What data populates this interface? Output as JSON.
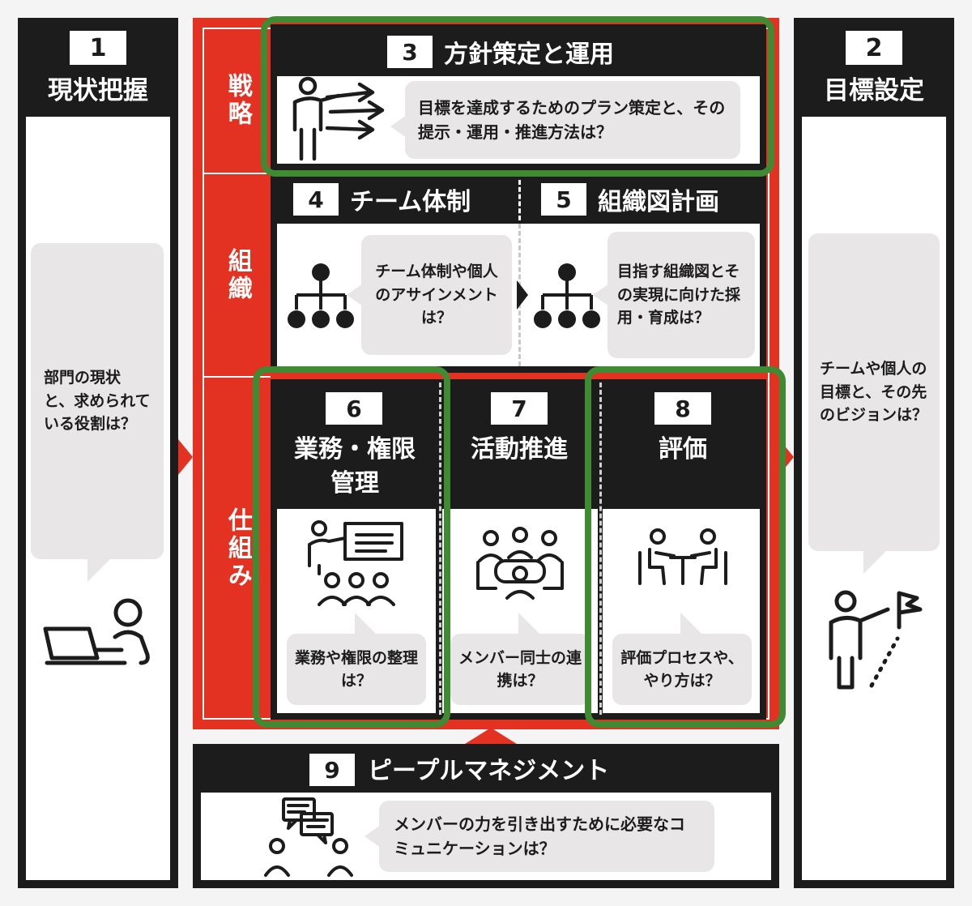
{
  "colors": {
    "red": "#e43222",
    "dark": "#1c1c1c",
    "green": "#3f8a33",
    "bubble": "#e8e6e6"
  },
  "col1": {
    "num": "1",
    "title": "現状把握",
    "text": "部門の現状と、求められている役割は？",
    "icon": "person-at-laptop-icon"
  },
  "col2": {
    "num": "2",
    "title": "目標設定",
    "text": "チームや個人の目標と、その先のビジョンは？",
    "icon": "person-pointing-flag-icon"
  },
  "rows": {
    "strategy": "戦略",
    "organization": "組織",
    "mechanism": "仕組み"
  },
  "box3": {
    "num": "3",
    "title": "方針策定と運用",
    "text": "目標を達成するためのプラン策定と、その提示・運用・推進方法は？",
    "icon": "presenter-arrows-icon"
  },
  "box4": {
    "num": "4",
    "title": "チーム体制",
    "text": "チーム体制や個人のアサインメントは？",
    "icon": "org-chart-icon"
  },
  "box5": {
    "num": "5",
    "title": "組織図計画",
    "text": "目指す組織図とその実現に向けた採用・育成は？",
    "icon": "org-chart-icon"
  },
  "box6": {
    "num": "6",
    "title": "業務・権限管理",
    "text": "業務や権限の整理は？",
    "icon": "presenter-audience-icon"
  },
  "box7": {
    "num": "7",
    "title": "活動推進",
    "text": "メンバー同士の連携は？",
    "icon": "meeting-table-icon"
  },
  "box8": {
    "num": "8",
    "title": "評価",
    "text": "評価プロセスや、やり方は？",
    "icon": "interview-icon"
  },
  "box9": {
    "num": "9",
    "title": "ピープルマネジメント",
    "text": "メンバーの力を引き出すために必要なコミュニケーションは？",
    "icon": "people-chat-icon"
  }
}
